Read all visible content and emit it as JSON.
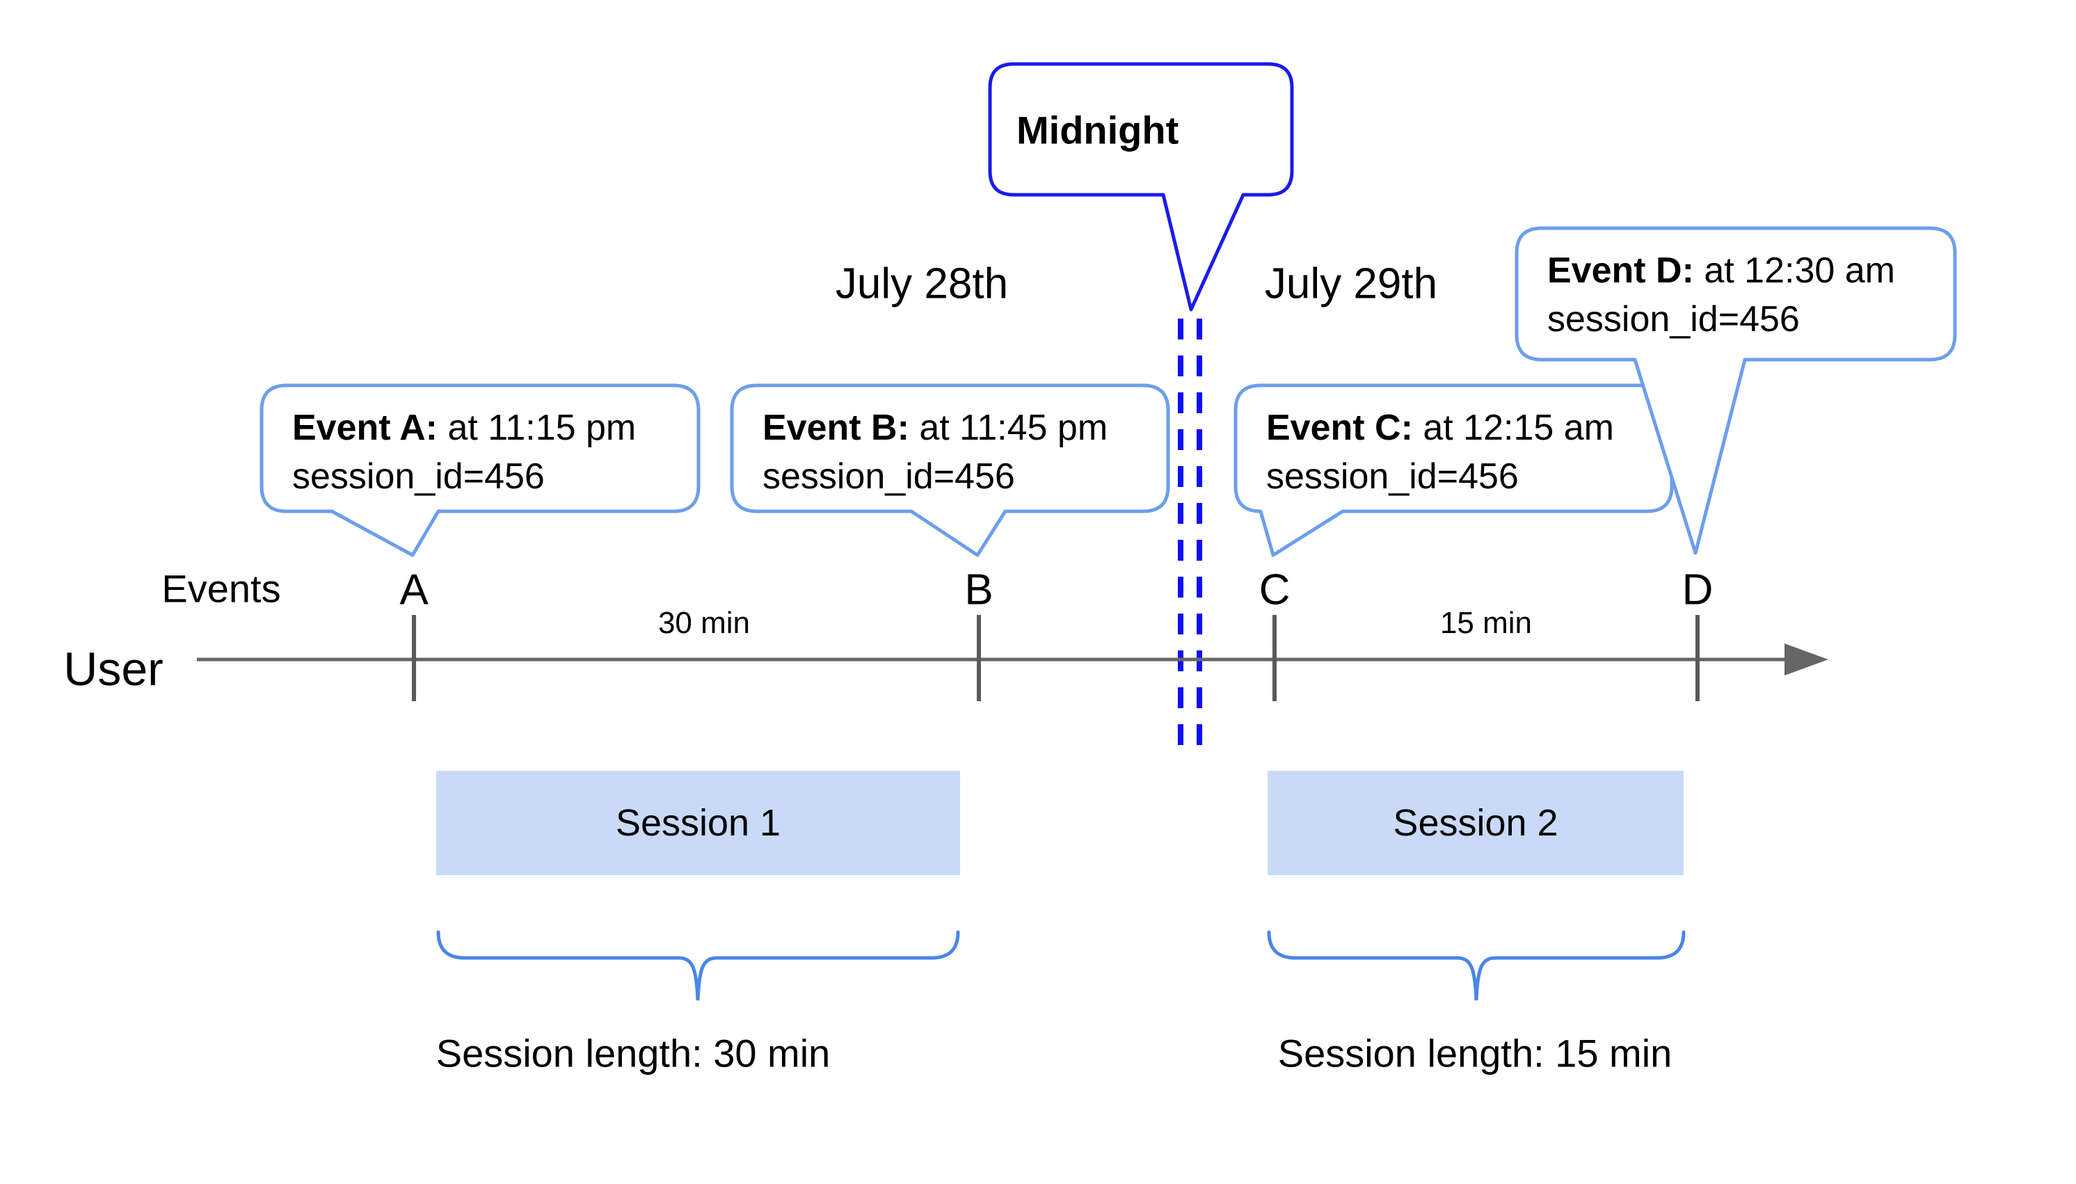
{
  "colors": {
    "midnight_border": "#1b1be8",
    "midnight_line": "#0d0df5",
    "callout_border": "#6d9eeb",
    "session_fill": "#c9daf8",
    "brace": "#4a86e8",
    "axis_gray": "#666666",
    "tick_gray": "#595959",
    "text": "#000000"
  },
  "midnight_callout": {
    "label": "Midnight"
  },
  "dates": {
    "left": "July 28th",
    "right": "July 29th"
  },
  "axis": {
    "events_label": "Events",
    "user_label": "User"
  },
  "event_markers": [
    "A",
    "B",
    "C",
    "D"
  ],
  "intervals": [
    {
      "label": "30 min"
    },
    {
      "label": "15 min"
    }
  ],
  "event_callouts": [
    {
      "prefix": "Event A:",
      "time": " at 11:15 pm",
      "detail": "session_id=456"
    },
    {
      "prefix": "Event B:",
      "time": " at 11:45 pm",
      "detail": "session_id=456"
    },
    {
      "prefix": "Event C:",
      "time": " at 12:15 am",
      "detail": "session_id=456"
    },
    {
      "prefix": "Event D:",
      "time": " at 12:30 am",
      "detail": "session_id=456"
    }
  ],
  "sessions": [
    {
      "label": "Session 1",
      "length_label": "Session length: 30 min"
    },
    {
      "label": "Session 2",
      "length_label": "Session length: 15 min"
    }
  ]
}
